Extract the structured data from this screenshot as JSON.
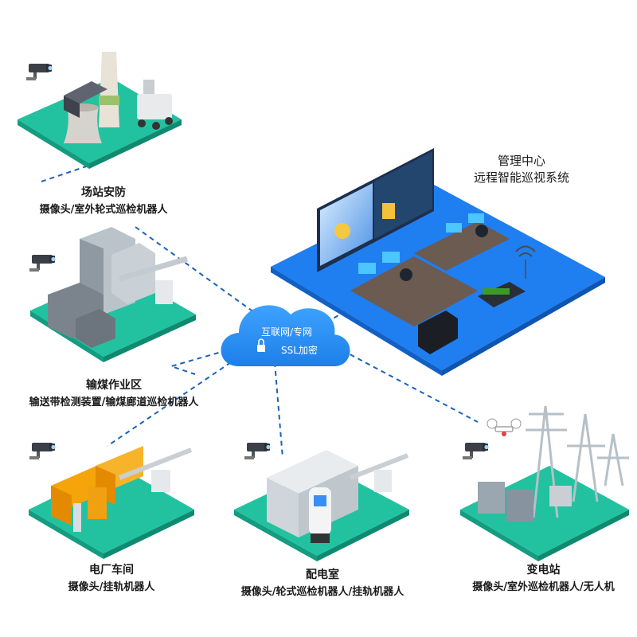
{
  "nodes": [
    {
      "id": "station",
      "title": "场站安防",
      "subtitle": "摄像头/室外轮式巡检机器人"
    },
    {
      "id": "coal",
      "title": "输煤作业区",
      "subtitle": "输送带检测装置/输煤廊道巡检机器人"
    },
    {
      "id": "power_plant",
      "title": "电厂车间",
      "subtitle": "摄像头/挂轨机器人"
    },
    {
      "id": "distribution",
      "title": "配电室",
      "subtitle": "摄像头/轮式巡检机器人/挂轨机器人"
    },
    {
      "id": "substation",
      "title": "变电站",
      "subtitle": "摄像头/室外巡检机器人/无人机"
    }
  ],
  "center": {
    "title": "管理中心",
    "subtitle": "远程智能巡视系统"
  },
  "cloud": {
    "line1": "互联网/专网",
    "line2": "SSL加密"
  },
  "colors": {
    "platform": "#22c2a0",
    "center_platform": "#1f7ef0",
    "cloud": "#2a8ef2",
    "link": "#1c62b4"
  }
}
